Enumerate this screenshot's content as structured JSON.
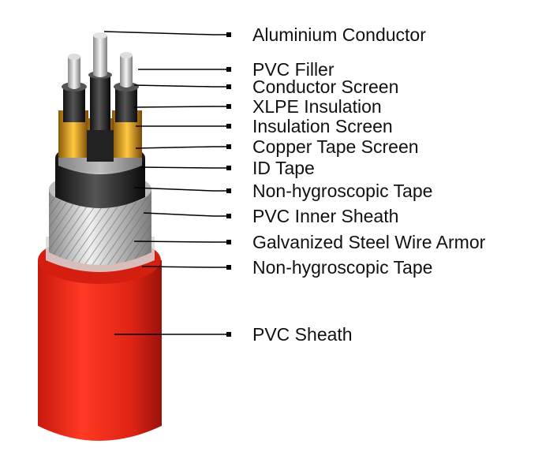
{
  "labels": [
    "Aluminium Conductor",
    "PVC Filler",
    "Conductor Screen",
    "XLPE Insulation",
    "Insulation Screen",
    "Copper  Tape Screen",
    "ID Tape",
    "Non-hygroscopic Tape",
    "PVC Inner Sheath",
    "Galvanized Steel Wire Armor",
    "Non-hygroscopic Tape",
    "PVC Sheath"
  ],
  "colors": {
    "sheath": "#e02414",
    "sheath_dark": "#a8140c",
    "armor": "#c9c9c9",
    "inner_sheath": "#2a2a2a",
    "copper_tape": "#e6a217",
    "xlpe": "#1c1c1c",
    "aluminium": "#d4d4d4",
    "leader": "#000000"
  }
}
